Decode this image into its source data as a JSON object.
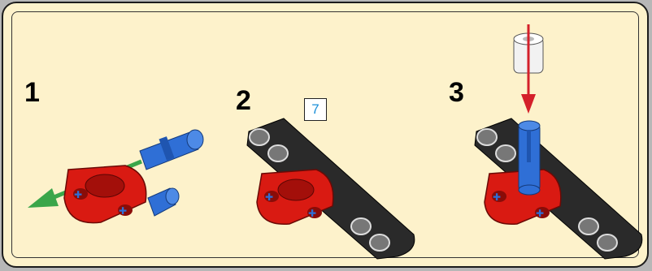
{
  "steps": [
    {
      "number": "1"
    },
    {
      "number": "2"
    },
    {
      "number": "3"
    }
  ],
  "quantity_callout": "7",
  "colors": {
    "background": "#fdf2cb",
    "beam_red": "#d91a12",
    "beam_black": "#2a2a2a",
    "pin_blue": "#2f6fd6",
    "arrow_green": "#3aa64a",
    "arrow_red": "#d4202a",
    "bush_white": "#f2f2f2"
  }
}
